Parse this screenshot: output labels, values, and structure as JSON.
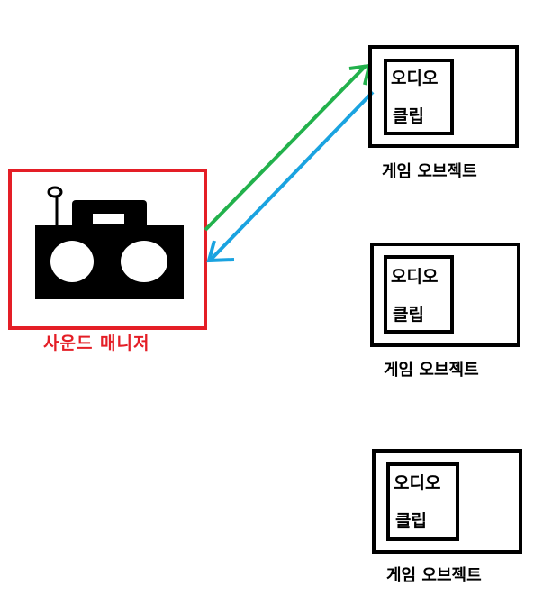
{
  "colors": {
    "manager_border": "#e41e26",
    "manager_label": "#e41e26",
    "arrow_green": "#22b14c",
    "arrow_blue": "#1aa3e0",
    "black": "#000000"
  },
  "sound_manager": {
    "label": "사운드 매니저",
    "icon": "boombox-icon"
  },
  "game_objects": [
    {
      "label": "게임 오브젝트",
      "clip_line1": "오디오",
      "clip_line2": "클립"
    },
    {
      "label": "게임 오브젝트",
      "clip_line1": "오디오",
      "clip_line2": "클립"
    },
    {
      "label": "게임 오브젝트",
      "clip_line1": "오디오",
      "clip_line2": "클립"
    }
  ]
}
